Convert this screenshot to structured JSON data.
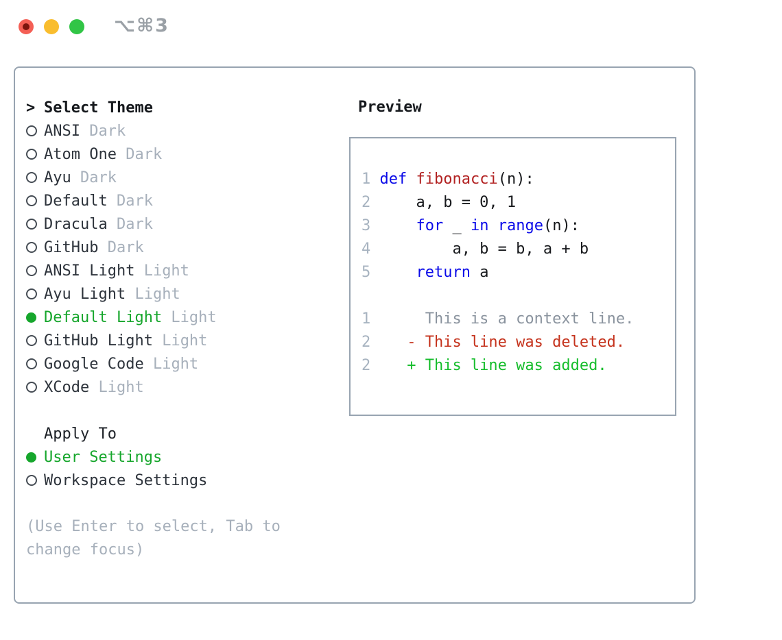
{
  "colors": {
    "accent_green": "#16a62c",
    "panel_border": "#98a4b1",
    "text_dark": "#2d333b",
    "text_muted": "#a7b0bb",
    "line_number": "#a7b3c0",
    "keyword_blue": "#0b0be8",
    "function_red": "#b22222",
    "code_default": "#17191c",
    "diff_context": "#8a939e",
    "diff_deleted": "#c5331d",
    "diff_added": "#16bd2c",
    "title_gray": "#9aa0a6",
    "light_red": "#f45f55",
    "light_yellow": "#f9bd2e",
    "light_green": "#31c546"
  },
  "window": {
    "title": "⌥⌘3"
  },
  "theme_menu": {
    "prompt": ">",
    "header": "Select Theme",
    "items": [
      {
        "name": "ANSI",
        "variant": "Dark",
        "selected": false
      },
      {
        "name": "Atom One",
        "variant": "Dark",
        "selected": false
      },
      {
        "name": "Ayu",
        "variant": "Dark",
        "selected": false
      },
      {
        "name": "Default",
        "variant": "Dark",
        "selected": false
      },
      {
        "name": "Dracula",
        "variant": "Dark",
        "selected": false
      },
      {
        "name": "GitHub",
        "variant": "Dark",
        "selected": false
      },
      {
        "name": "ANSI Light",
        "variant": "Light",
        "selected": false
      },
      {
        "name": "Ayu Light",
        "variant": "Light",
        "selected": false
      },
      {
        "name": "Default Light",
        "variant": "Light",
        "selected": true
      },
      {
        "name": "GitHub Light",
        "variant": "Light",
        "selected": false
      },
      {
        "name": "Google Code",
        "variant": "Light",
        "selected": false
      },
      {
        "name": "XCode",
        "variant": "Light",
        "selected": false
      }
    ]
  },
  "apply_to": {
    "header": "Apply To",
    "options": [
      {
        "label": "User Settings",
        "selected": true
      },
      {
        "label": "Workspace Settings",
        "selected": false
      }
    ]
  },
  "hint": {
    "line1": "(Use Enter to select, Tab to",
    "line2": "change focus)"
  },
  "preview": {
    "title": "Preview",
    "code_lines": [
      {
        "num": "1",
        "segments": [
          {
            "text": "def",
            "style": "keyword"
          },
          {
            "text": " ",
            "style": "plain"
          },
          {
            "text": "fibonacci",
            "style": "function"
          },
          {
            "text": "(n):",
            "style": "plain"
          }
        ]
      },
      {
        "num": "2",
        "segments": [
          {
            "text": "    a, b = 0, 1",
            "style": "plain"
          }
        ]
      },
      {
        "num": "3",
        "segments": [
          {
            "text": "    ",
            "style": "plain"
          },
          {
            "text": "for",
            "style": "keyword"
          },
          {
            "text": " _ ",
            "style": "plain"
          },
          {
            "text": "in",
            "style": "keyword"
          },
          {
            "text": " ",
            "style": "plain"
          },
          {
            "text": "range",
            "style": "keyword"
          },
          {
            "text": "(n):",
            "style": "plain"
          }
        ]
      },
      {
        "num": "4",
        "segments": [
          {
            "text": "        a, b = b, a + b",
            "style": "plain"
          }
        ]
      },
      {
        "num": "5",
        "segments": [
          {
            "text": "    ",
            "style": "plain"
          },
          {
            "text": "return",
            "style": "keyword"
          },
          {
            "text": " a",
            "style": "plain"
          }
        ]
      }
    ],
    "diff_lines": [
      {
        "num": "1",
        "marker": " ",
        "text": "This is a context line.",
        "kind": "context"
      },
      {
        "num": "2",
        "marker": "-",
        "text": "This line was deleted.",
        "kind": "deleted"
      },
      {
        "num": "2",
        "marker": "+",
        "text": "This line was added.",
        "kind": "added"
      }
    ]
  }
}
